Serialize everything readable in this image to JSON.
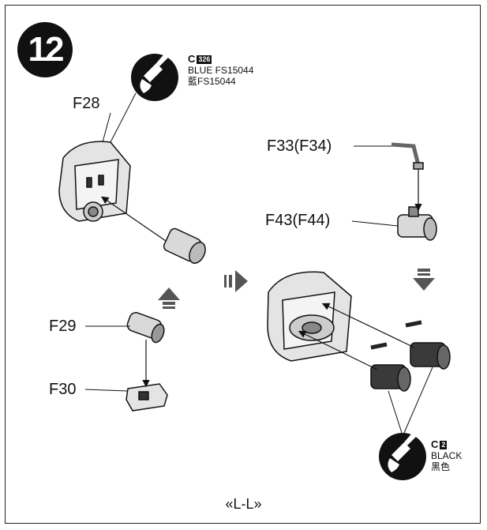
{
  "step_number": "12",
  "paint_instructions": [
    {
      "code_letter": "C",
      "code_number": "326",
      "line1": "BLUE FS15044",
      "line2": "藍FS15044",
      "icon": "paint-brush-icon"
    },
    {
      "code_letter": "C",
      "code_number": "2",
      "line1": "BLACK",
      "line2": "黒色",
      "icon": "paint-brush-icon"
    }
  ],
  "part_labels": {
    "f28": "F28",
    "f33": "F33(F34)",
    "f43": "F43(F44)",
    "f29": "F29",
    "f30": "F30"
  },
  "caption": "«L-L»",
  "colors": {
    "ink": "#111111",
    "part_fill": "#d9d9d9",
    "dark_part": "#3a3a3a",
    "arrow": "#555555"
  }
}
